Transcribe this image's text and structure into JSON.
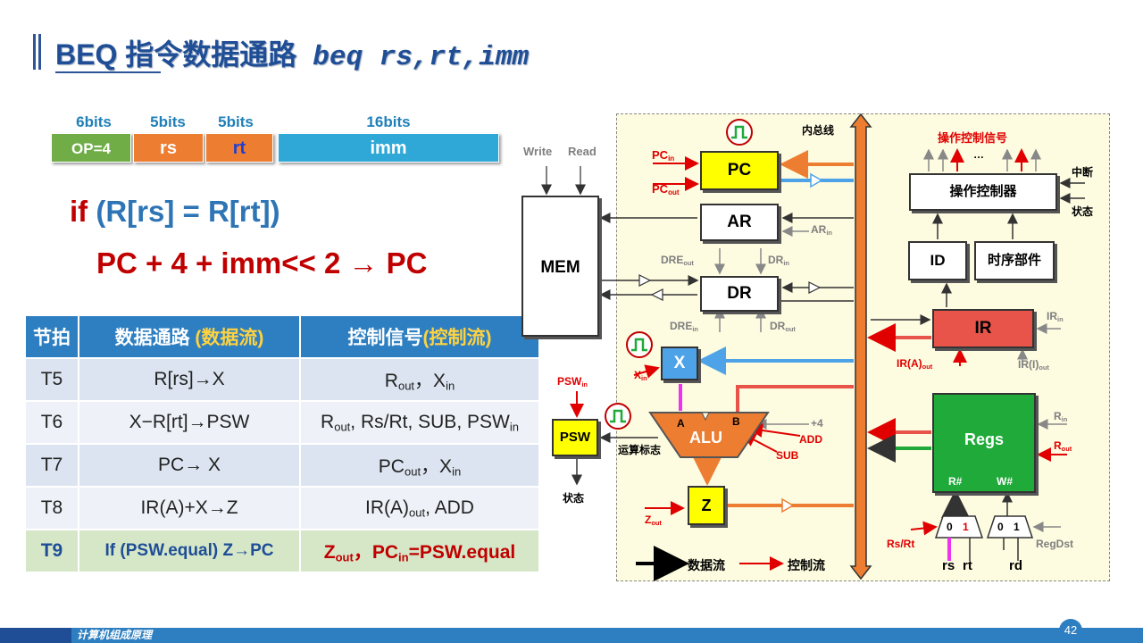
{
  "title": {
    "main": "BEQ 指令数据通路",
    "syntax": "beq rs,rt,imm"
  },
  "format": {
    "bits": [
      "6bits",
      "5bits",
      "5bits",
      "16bits"
    ],
    "fields": [
      "OP=4",
      "rs",
      "rt",
      "imm"
    ],
    "colors": [
      "#70ad47",
      "#ed7d31",
      "#ed7d31",
      "#2fa8d8"
    ]
  },
  "formula": {
    "if_word": "if",
    "condition": "(R[rs] = R[rt])",
    "action": "PC + 4 + imm<< 2 → PC"
  },
  "table": {
    "headers": [
      {
        "text": "节拍",
        "paren": ""
      },
      {
        "text": "数据通路",
        "paren": "(数据流)"
      },
      {
        "text": "控制信号",
        "paren": "(控制流)"
      }
    ],
    "rows": [
      {
        "step": "T5",
        "path": "R[rs]→X",
        "ctrl": [
          "R",
          "out",
          "，X",
          "in"
        ]
      },
      {
        "step": "T6",
        "path": "X−R[rt]→PSW",
        "ctrl": [
          "R",
          "out",
          ", Rs/Rt, SUB, PSW",
          "in"
        ]
      },
      {
        "step": "T7",
        "path": "PC→ X",
        "ctrl": [
          "PC",
          "out",
          "，X",
          "in"
        ]
      },
      {
        "step": "T8",
        "path": "IR(A)+X→Z",
        "ctrl": [
          "IR(A)",
          "out",
          ", ADD",
          ""
        ]
      },
      {
        "step": "T9",
        "path": "If (PSW.equal) Z→PC",
        "ctrl": [
          "Z",
          "out",
          "，PC",
          "in",
          "=PSW.equal"
        ]
      }
    ]
  },
  "diagram": {
    "bus_label": "内总线",
    "mem": "MEM",
    "write": "Write",
    "read": "Read",
    "regs": {
      "pc": "PC",
      "ar": "AR",
      "dr": "DR",
      "x": "X",
      "alu": "ALU",
      "z": "Z",
      "psw": "PSW",
      "ir": "IR",
      "regs": "Regs",
      "id": "ID",
      "timing": "时序部件",
      "ctrl_unit": "操作控制器"
    },
    "ctrl_signals_title": "操作控制信号",
    "ellipsis": "…",
    "interrupt": "中断",
    "status": "状态",
    "status2": "状态",
    "alu_flag": "运算标志",
    "alu_a": "A",
    "alu_b": "B",
    "plus4": "+4",
    "add": "ADD",
    "sub": "SUB",
    "rnum": "R#",
    "wnum": "W#",
    "rsrt": "Rs/Rt",
    "regdst": "RegDst",
    "mux0": "0",
    "mux1": "1",
    "rs": "rs",
    "rt": "rt",
    "rd": "rd",
    "legend_data": "数据流",
    "legend_ctrl": "控制流"
  },
  "footer": {
    "course": "计算机组成原理",
    "page": "42"
  }
}
